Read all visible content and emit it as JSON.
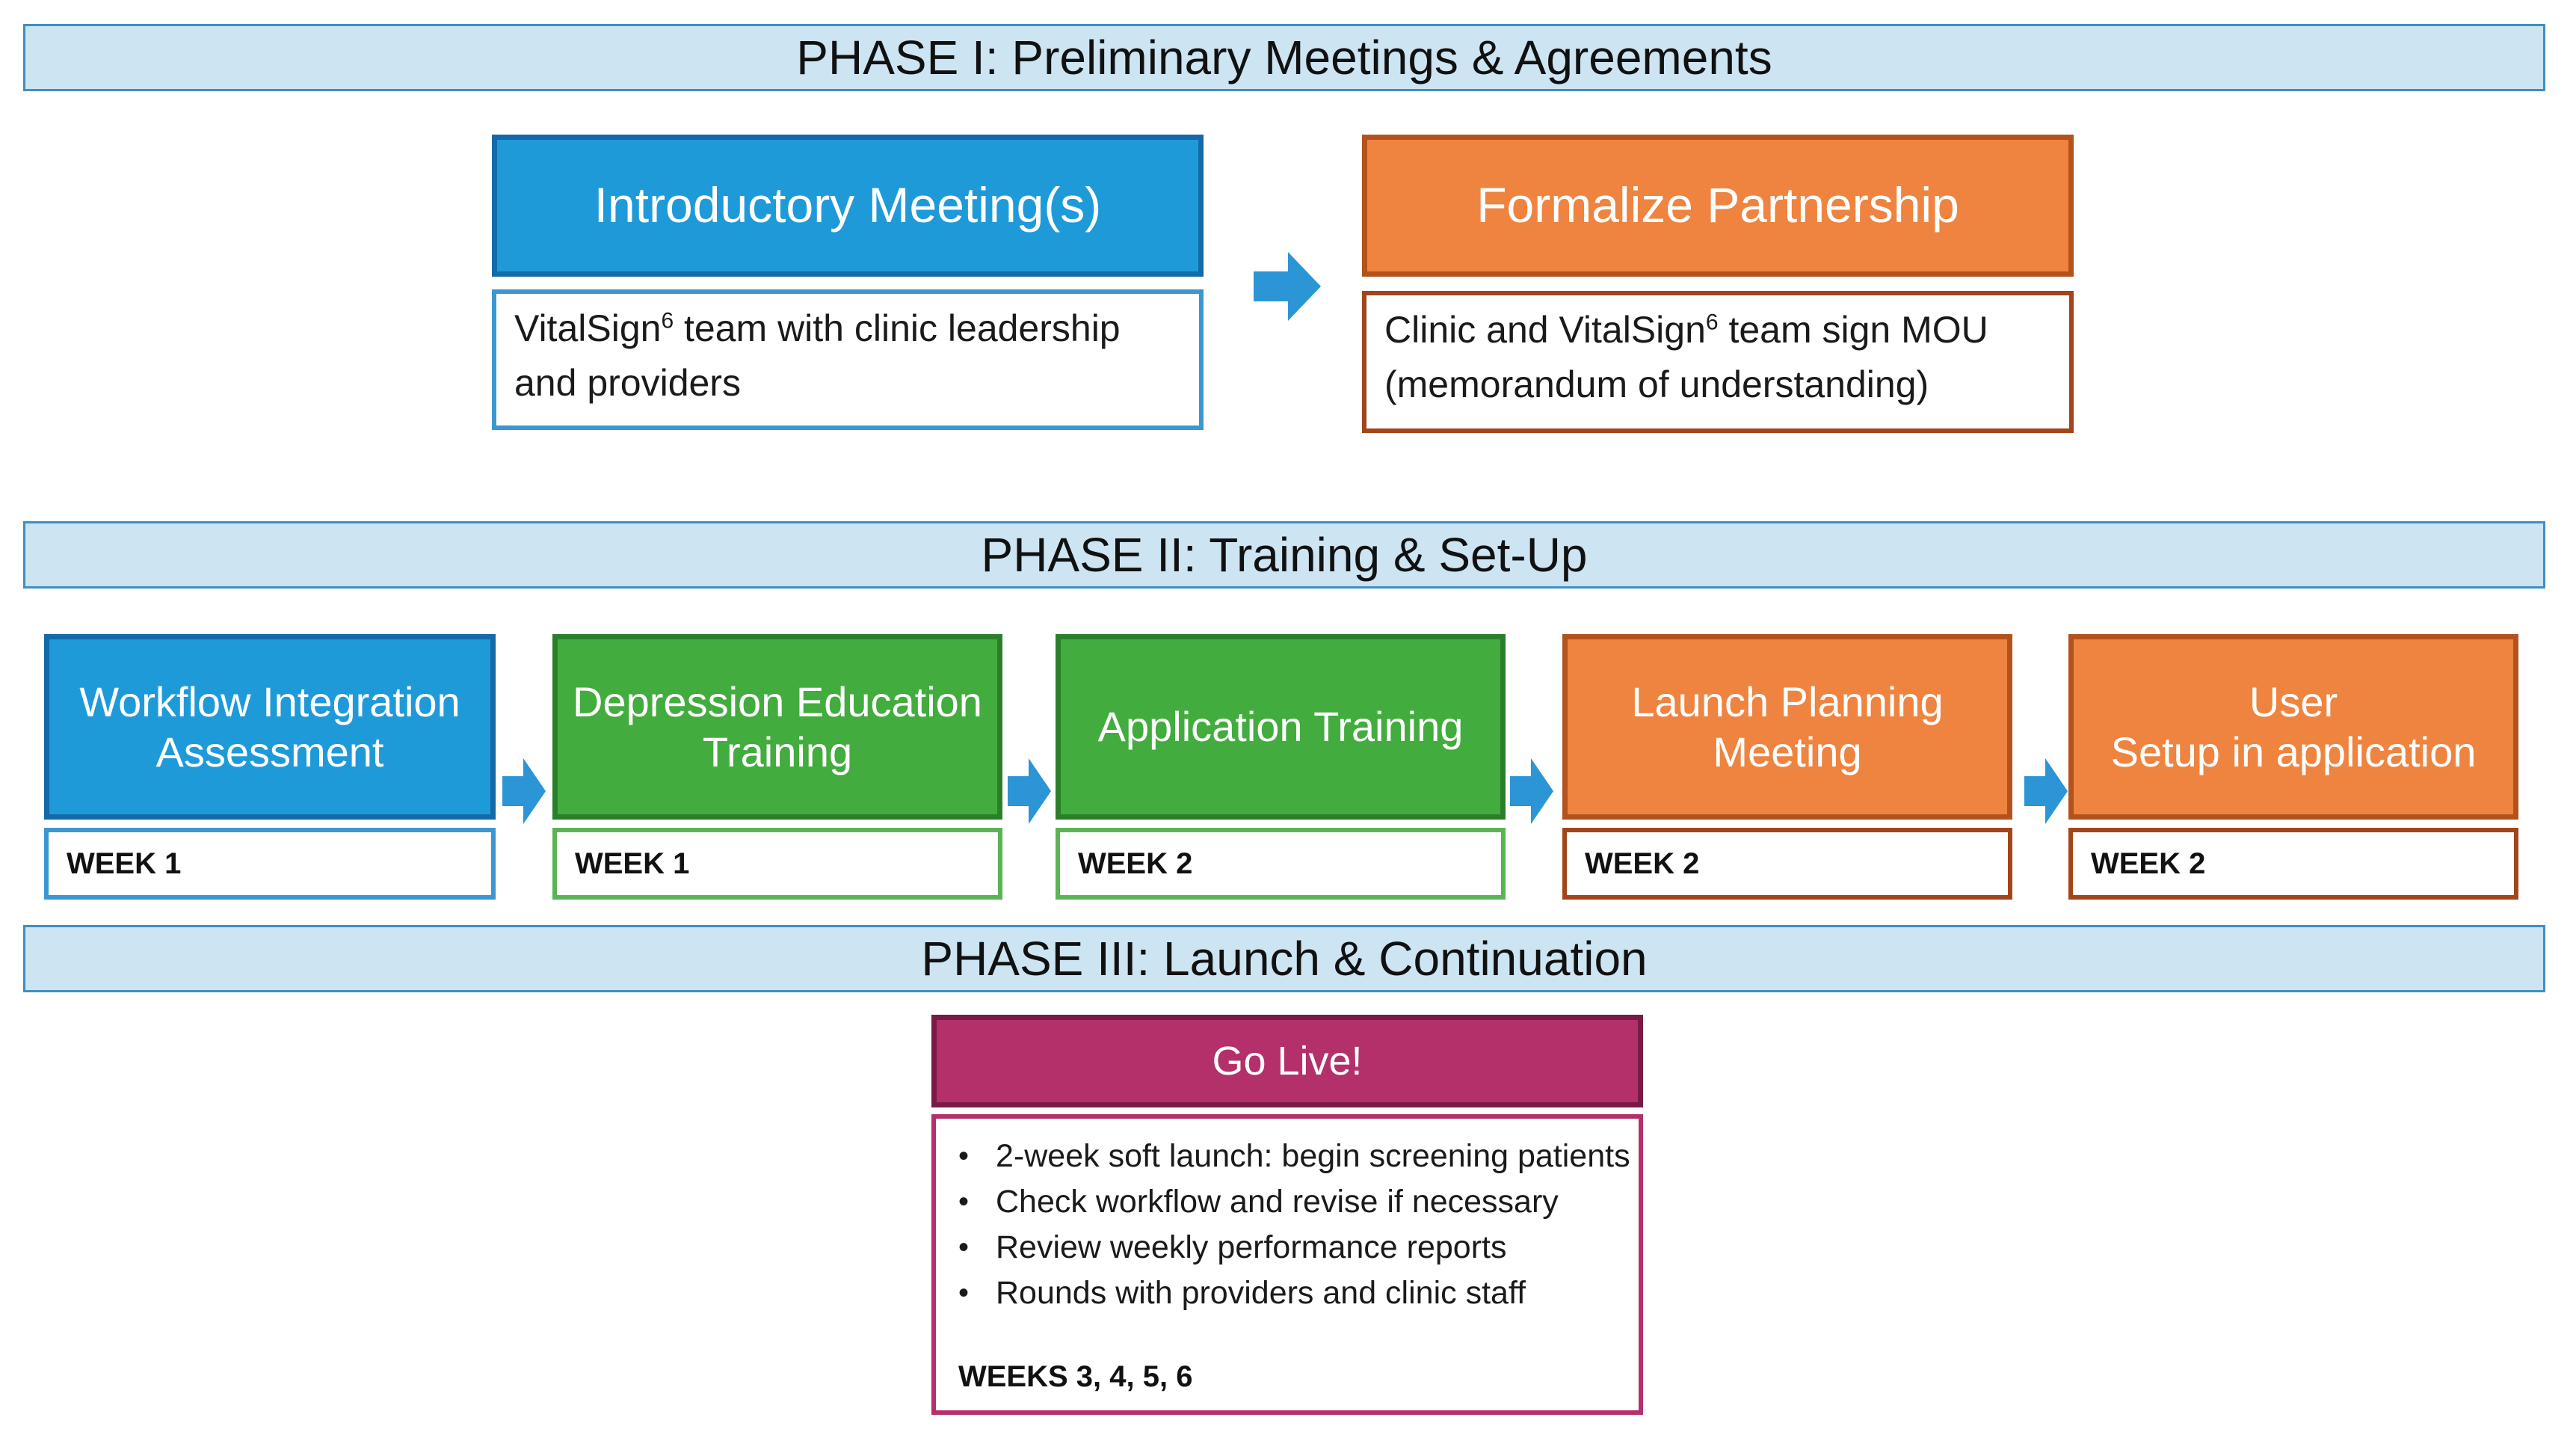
{
  "phases": [
    {
      "title": "PHASE I: Preliminary Meetings & Agreements"
    },
    {
      "title": "PHASE II: Training & Set-Up"
    },
    {
      "title": "PHASE III: Launch & Continuation"
    }
  ],
  "phase1": {
    "intro": {
      "title": "Introductory Meeting(s)",
      "desc_before": "VitalSign",
      "desc_sup": "6",
      "desc_after": " team with clinic leadership and providers"
    },
    "partner": {
      "title": "Formalize Partnership",
      "desc_before": "Clinic and VitalSign",
      "desc_sup": "6",
      "desc_after": " team sign MOU (memorandum of understanding)"
    }
  },
  "phase2": {
    "steps": [
      {
        "title": "Workflow Integration Assessment",
        "week": "WEEK 1"
      },
      {
        "title": "Depression Education Training",
        "week": "WEEK 1"
      },
      {
        "title": "Application Training",
        "week": "WEEK 2"
      },
      {
        "title": "Launch Planning Meeting",
        "week": "WEEK 2"
      },
      {
        "title": "User\nSetup in application",
        "week": "WEEK 2"
      }
    ]
  },
  "phase3": {
    "golive": {
      "title": "Go Live!",
      "bullets": [
        "2-week soft launch: begin screening patients",
        "Check workflow and revise if necessary",
        "Review weekly performance reports",
        "Rounds with providers and clinic staff"
      ],
      "weeks": "WEEKS 3, 4, 5, 6"
    }
  },
  "colors": {
    "blue": "#1f9ad9",
    "orange": "#ee8440",
    "green": "#43ac3e",
    "magenta": "#b3306a",
    "banner": "#cde4f3",
    "arrow": "#2b95d6"
  },
  "icons": {
    "connector": "right-arrow-icon"
  }
}
